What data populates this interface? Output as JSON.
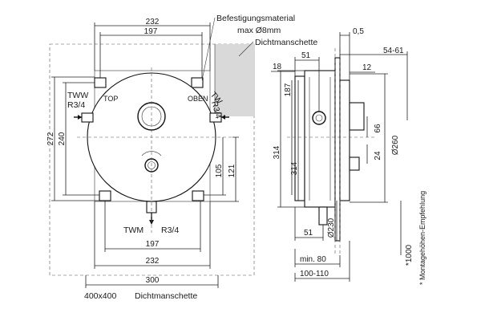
{
  "front_view": {
    "dims": {
      "w232_top": "232",
      "w197_top": "197",
      "w197_bottom": "197",
      "w232_bottom": "232",
      "w300": "300",
      "h272": "272",
      "h240": "240",
      "h105": "105",
      "h121": "121"
    },
    "labels": {
      "tww": "TWW",
      "tww_thread": "R3/4",
      "tw": "TW",
      "tw_thread": "R3/4",
      "top": "TOP",
      "oben": "OBEN",
      "twm": "TWM",
      "twm_thread": "R3/4"
    },
    "notes": {
      "fastening_1": "Befestigungsmaterial",
      "fastening_2": "max Ø8mm",
      "seal_top": "Dichtmanschette",
      "seal_bottom_size": "400x400",
      "seal_bottom": "Dichtmanschette"
    }
  },
  "side_view": {
    "dims": {
      "d05": "0,5",
      "d54_61": "54-61",
      "d51_top": "51",
      "d18": "18",
      "d12": "12",
      "d187": "187",
      "d314": "314",
      "d314_wall": "314",
      "d66": "66",
      "d24": "24",
      "d260": "Ø260",
      "d230": "Ø230",
      "d51_bottom": "51",
      "min80": "min. 80",
      "d100_110": "100-110",
      "d1000": "*1000"
    },
    "note": "* Montagehöhen-Empfehlung"
  }
}
